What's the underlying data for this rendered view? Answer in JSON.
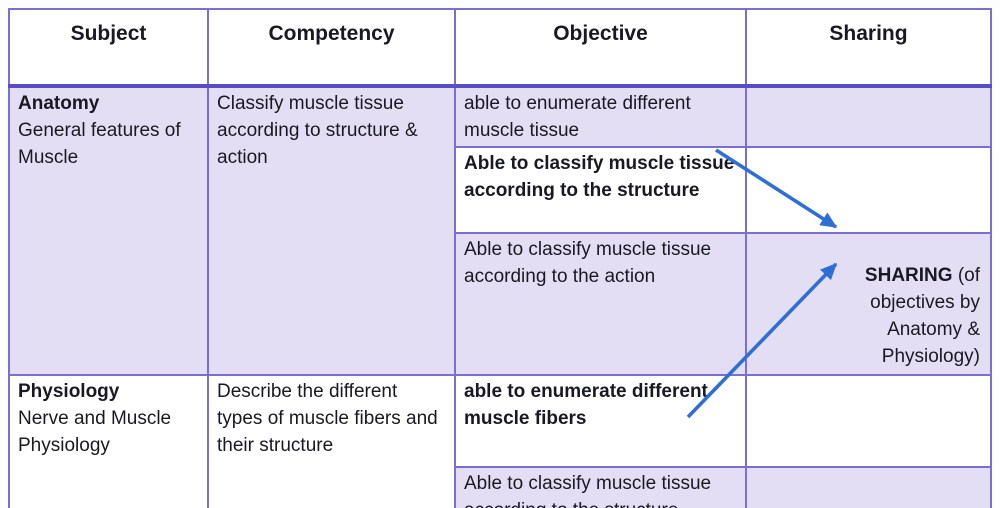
{
  "header": {
    "subject": "Subject",
    "competency": "Competency",
    "objective": "Objective",
    "sharing": "Sharing"
  },
  "anatomy": {
    "subject_title": "Anatomy",
    "subject_detail": "General features of\nMuscle",
    "competency": "Classify muscle tissue\naccording to structure &\naction",
    "objective1": "able to enumerate different\nmuscle tissue",
    "objective2": "Able to classify muscle tissue\naccording to the structure",
    "objective3": "Able to classify muscle tissue\naccording to the action"
  },
  "physiology": {
    "subject_title": "Physiology",
    "subject_detail": "Nerve and Muscle\nPhysiology",
    "competency": "Describe the different\ntypes of muscle fibers and\ntheir structure",
    "objective1": "able to enumerate different\nmuscle fibers",
    "objective2": "Able to classify muscle tissue\naccording to the structure"
  },
  "sharing_note": {
    "highlight": "SHARING",
    "rest": " (of\nobjectives by\nAnatomy &\nPhysiology)"
  },
  "colors": {
    "cell_shaded": "#e4def4",
    "cell_plain": "#ffffff",
    "grid_border": "#7b6ed1",
    "header_underline": "#5a4cc4",
    "arrow_blue": "#2e6fd4",
    "text": "#191923"
  }
}
